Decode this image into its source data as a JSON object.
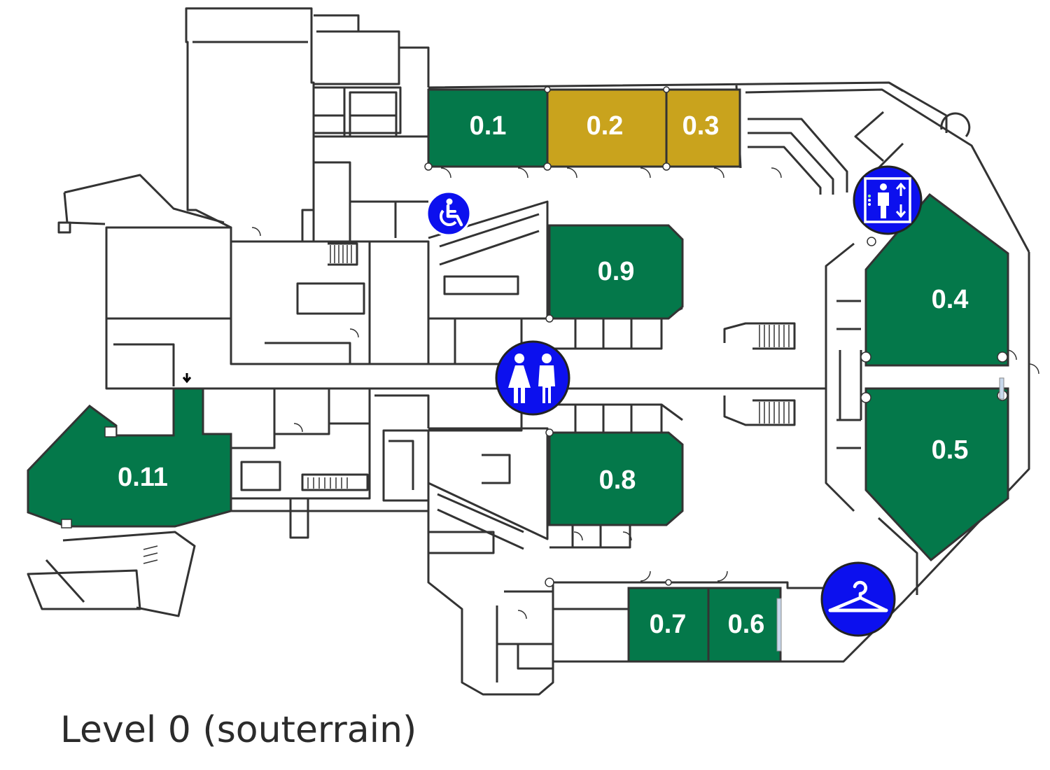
{
  "caption": "Level 0 (souterrain)",
  "colors": {
    "room_green": "#04784a",
    "room_gold": "#c9a31d",
    "wall": "#333333",
    "icon_blue": "#0c10ee",
    "text_dark": "#2b2b2b"
  },
  "rooms": [
    {
      "id": "room-0-1",
      "label": "0.1",
      "color": "#04784a"
    },
    {
      "id": "room-0-2",
      "label": "0.2",
      "color": "#c9a31d"
    },
    {
      "id": "room-0-3",
      "label": "0.3",
      "color": "#c9a31d"
    },
    {
      "id": "room-0-4",
      "label": "0.4",
      "color": "#04784a"
    },
    {
      "id": "room-0-5",
      "label": "0.5",
      "color": "#04784a"
    },
    {
      "id": "room-0-6",
      "label": "0.6",
      "color": "#04784a"
    },
    {
      "id": "room-0-7",
      "label": "0.7",
      "color": "#04784a"
    },
    {
      "id": "room-0-8",
      "label": "0.8",
      "color": "#04784a"
    },
    {
      "id": "room-0-9",
      "label": "0.9",
      "color": "#04784a"
    },
    {
      "id": "room-0-11",
      "label": "0.11",
      "color": "#04784a"
    }
  ],
  "legend_icons": [
    {
      "id": "wheelchair",
      "icon": "wheelchair-icon"
    },
    {
      "id": "elevator",
      "icon": "elevator-icon"
    },
    {
      "id": "restrooms",
      "icon": "restroom-icon"
    },
    {
      "id": "cloakroom",
      "icon": "coat-hanger-icon"
    }
  ]
}
